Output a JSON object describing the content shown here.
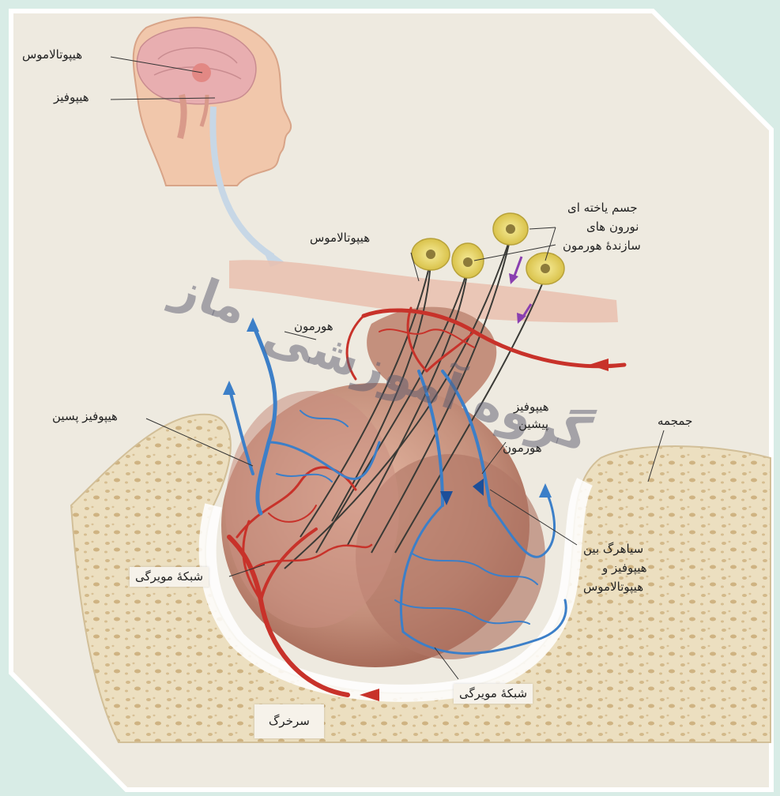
{
  "labels": {
    "head_hypothalamus": "هیپوتالاموس",
    "head_pituitary": "هیپوفیز",
    "cell_body_line1": "جسم یاخته ای",
    "cell_body_line2": "نورون های",
    "cell_body_line3": "سازندهٔ هورمون",
    "hypothalamus": "هیپوتالاموس",
    "hormone_top": "هورمون",
    "posterior_pituitary": "هیپوفیز پسین",
    "anterior_line1": "هیپوفیز",
    "anterior_line2": "پیشین",
    "hormone_anterior": "هورمون",
    "skull": "جمجمه",
    "portal_line1": "سیاهرگ بین",
    "portal_line2": "هیپوفیز و",
    "portal_line3": "هیپوتالاموس",
    "capillary_left": "شبکهٔ مویرگی",
    "capillary_right": "شبکهٔ مویرگی",
    "artery": "سرخرگ"
  },
  "watermark": {
    "line1": "ماز",
    "line2": "گروه آموزشی"
  },
  "colors": {
    "background": "#d8ece6",
    "panel": "#eeeae0",
    "bone": "#e9dcbc",
    "gland": "#c9937f",
    "artery": "#c8322a",
    "vein": "#3c7fc8",
    "neuron": "#e8d56a",
    "skin": "#f0c4a8"
  }
}
